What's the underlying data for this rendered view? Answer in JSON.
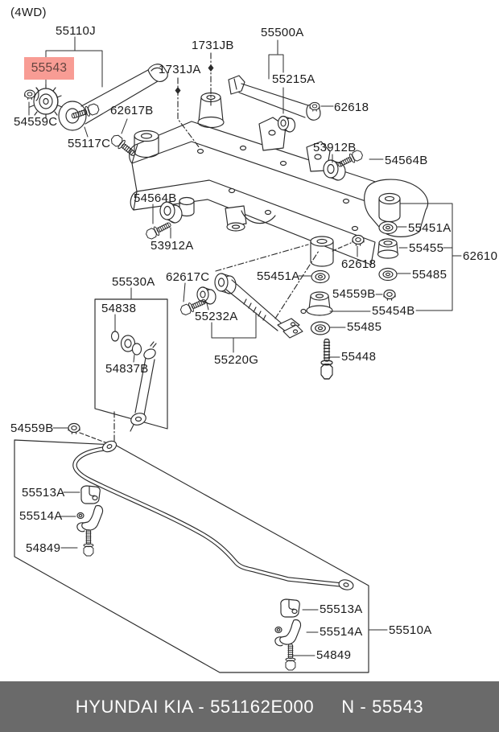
{
  "diagram": {
    "variant_note": "(4WD)",
    "highlight": {
      "part": "55543",
      "bg_color": "#f89c94",
      "text_color": "#63443f"
    },
    "labels": {
      "p55110j": "55110J",
      "p55543": "55543",
      "p54559c": "54559C",
      "p55117c": "55117C",
      "p62617b": "62617B",
      "p1731jb": "1731JB",
      "p1731ja": "1731JA",
      "p55500a": "55500A",
      "p55215a": "55215A",
      "p62618_top": "62618",
      "p53912b": "53912B",
      "p54564b_right": "54564B",
      "p54564b_left": "54564B",
      "p53912a": "53912A",
      "p55451a_right": "55451A",
      "p55455": "55455",
      "p62610": "62610",
      "p55485_upper": "55485",
      "p62618_mid": "62618",
      "p54559b_mid": "54559B",
      "p55454b": "55454B",
      "p55451a_mid": "55451A",
      "p62617c": "62617C",
      "p55232a": "55232A",
      "p55530a": "55530A",
      "p54838": "54838",
      "p54837b": "54837B",
      "p55220g": "55220G",
      "p55485_lower": "55485",
      "p55448": "55448",
      "p54559b_bottom": "54559B",
      "p55513a_left": "55513A",
      "p55514a_left": "55514A",
      "p54849_left": "54849",
      "p55513a_bottom": "55513A",
      "p55514a_bottom": "55514A",
      "p54849_bottom": "54849",
      "p55510a": "55510A"
    },
    "footer": {
      "brand_part": "HYUNDAI  KIA - 551162E000",
      "ref": "N - 55543",
      "bg_color": "#6a6a6a",
      "text_color": "#ffffff"
    }
  }
}
